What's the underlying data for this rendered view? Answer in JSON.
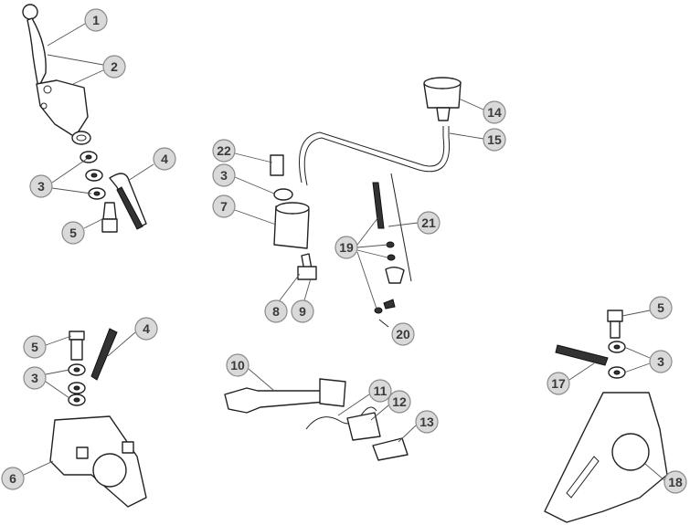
{
  "diagram": {
    "type": "exploded-parts-diagram",
    "callouts": {
      "c1": "1",
      "c2": "2",
      "c3a": "3",
      "c4a": "4",
      "c5a": "5",
      "c22": "22",
      "c3b": "3",
      "c7": "7",
      "c14": "14",
      "c15": "15",
      "c21": "21",
      "c19": "19",
      "c8": "8",
      "c9": "9",
      "c20": "20",
      "c5b": "5",
      "c4b": "4",
      "c3c": "3",
      "c6": "6",
      "c10": "10",
      "c11": "11",
      "c12": "12",
      "c13": "13",
      "c5c": "5",
      "c3d": "3",
      "c17": "17",
      "c18": "18"
    }
  }
}
